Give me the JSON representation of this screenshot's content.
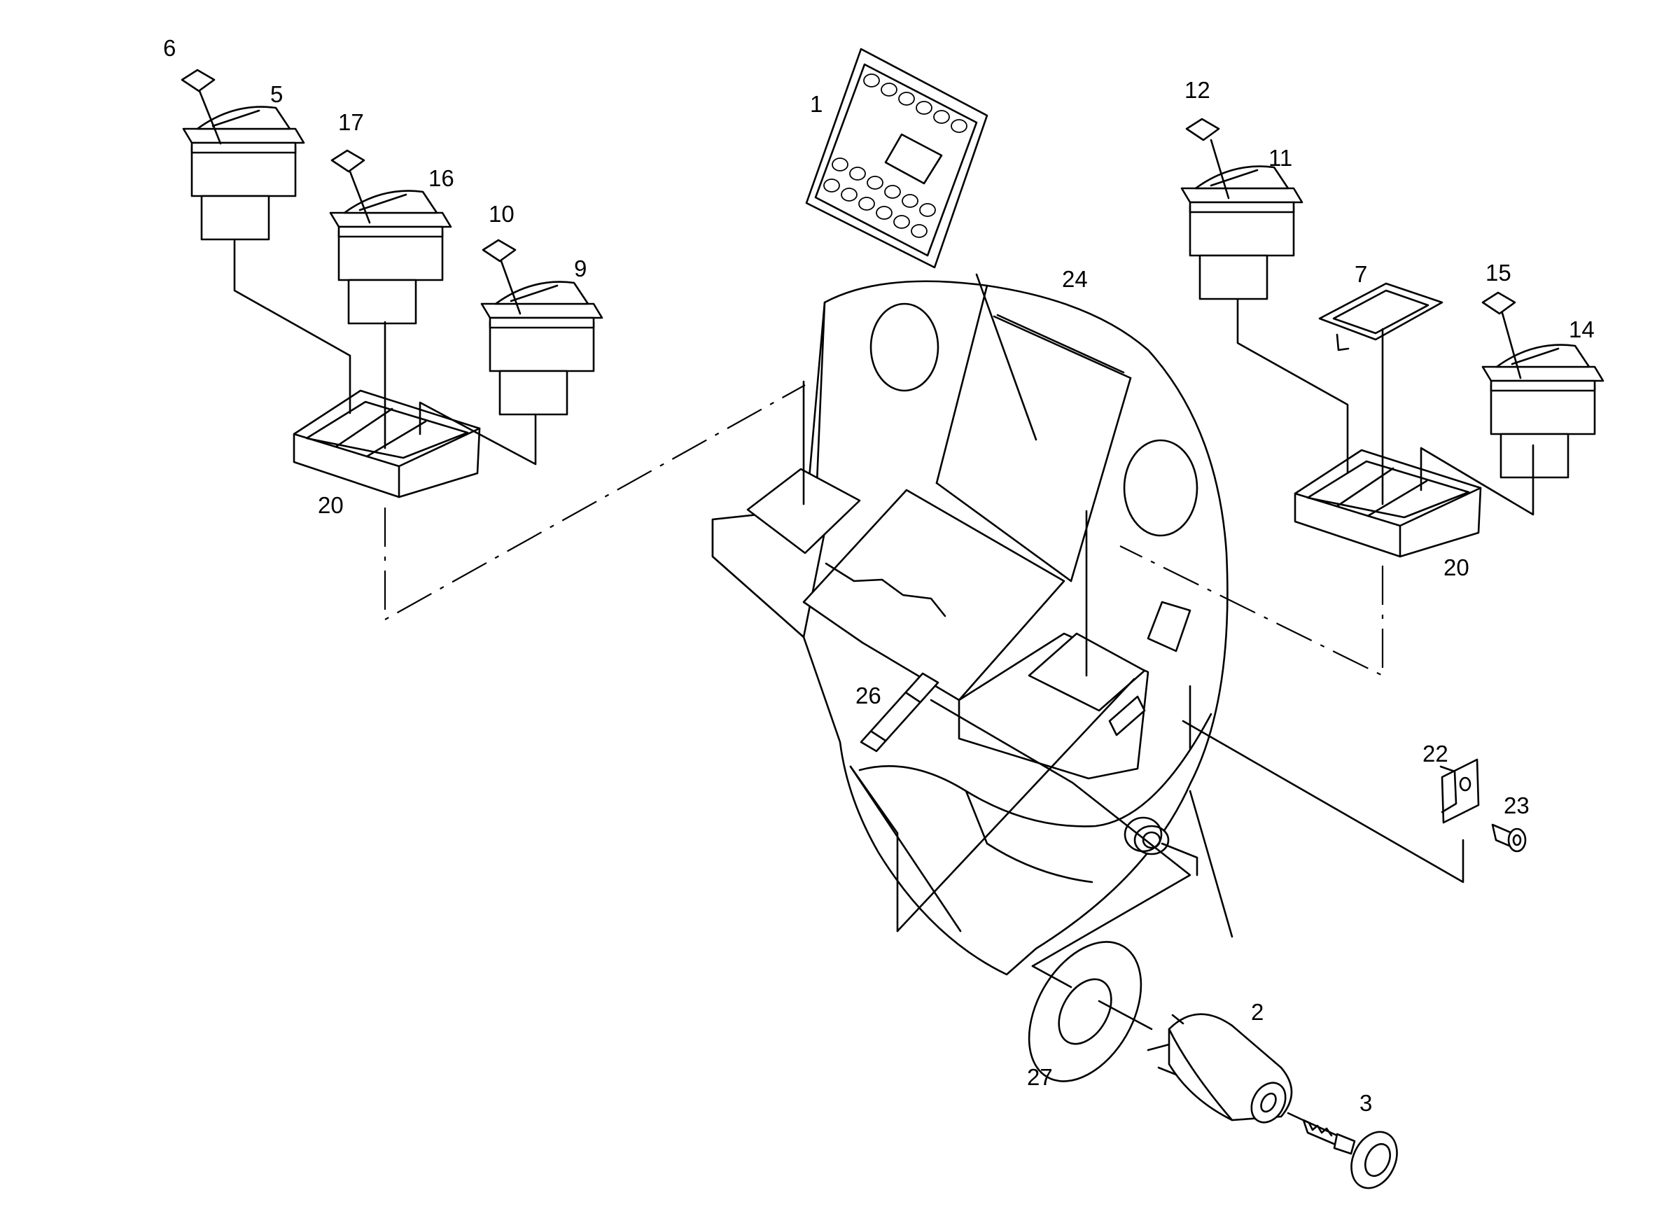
{
  "labels": {
    "p1": "1",
    "p2": "2",
    "p3": "3",
    "p5": "5",
    "p6": "6",
    "p7": "7",
    "p9": "9",
    "p10": "10",
    "p11": "11",
    "p12": "12",
    "p14": "14",
    "p15": "15",
    "p16": "16",
    "p17": "17",
    "p20_left": "20",
    "p20_right": "20",
    "p22": "22",
    "p23": "23",
    "p24": "24",
    "p26": "26",
    "p27": "27"
  }
}
